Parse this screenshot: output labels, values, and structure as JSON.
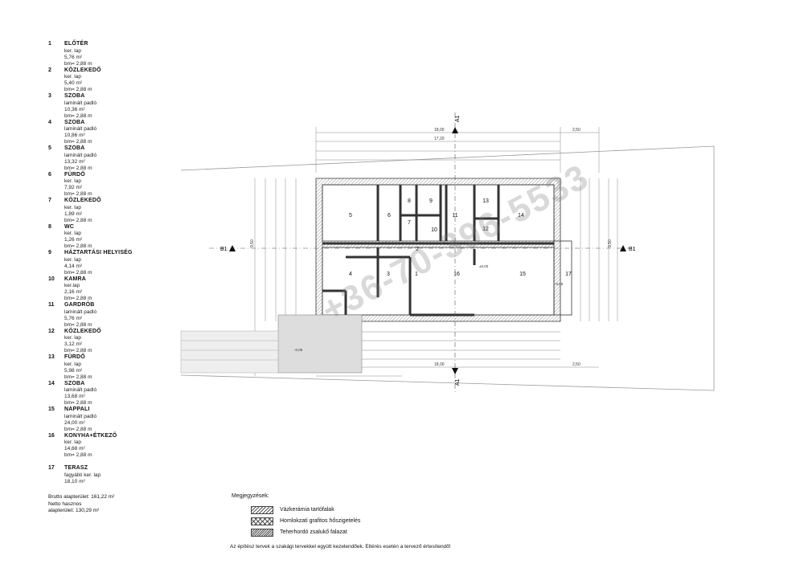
{
  "rooms": [
    {
      "num": "1",
      "name": "ELŐTÉR",
      "floor": "ker. lap",
      "area": "5,76 m²",
      "height": "bm= 2,88 m"
    },
    {
      "num": "2",
      "name": "KÖZLEKEDŐ",
      "floor": "ker. lap",
      "area": "5,40 m²",
      "height": "bm= 2,88 m"
    },
    {
      "num": "3",
      "name": "SZOBA",
      "floor": "laminált padló",
      "area": "10,36 m²",
      "height": "bm= 2,88 m"
    },
    {
      "num": "4",
      "name": "SZOBA",
      "floor": "laminált padló",
      "area": "10,86 m²",
      "height": "bm= 2,88 m"
    },
    {
      "num": "5",
      "name": "SZOBA",
      "floor": "laminált padló",
      "area": "13,32 m²",
      "height": "bm= 2,88 m"
    },
    {
      "num": "6",
      "name": "FÜRDŐ",
      "floor": "ker. lap",
      "area": "7,92 m²",
      "height": "bm= 2,88 m"
    },
    {
      "num": "7",
      "name": "KÖZLEKEDŐ",
      "floor": "ker. lap",
      "area": "1,89 m²",
      "height": "bm= 2,88 m"
    },
    {
      "num": "8",
      "name": "WC",
      "floor": "ker. lap",
      "area": "1,26 m²",
      "height": "bm= 2,88 m"
    },
    {
      "num": "9",
      "name": "HÁZTARTÁSI HELYISÉG",
      "floor": "ker. lap",
      "area": "4,14 m²",
      "height": "bm= 2,88 m"
    },
    {
      "num": "10",
      "name": "KAMRA",
      "floor": "ker.lap",
      "area": "2,16 m²",
      "height": "bm= 2,88 m"
    },
    {
      "num": "11",
      "name": "GARDRÓB",
      "floor": "laminált padló",
      "area": "5,76 m²",
      "height": "bm= 2,88 m"
    },
    {
      "num": "12",
      "name": "KÖZLEKEDŐ",
      "floor": "ker. lap",
      "area": "3,12 m²",
      "height": "bm= 2,88 m"
    },
    {
      "num": "13",
      "name": "FÜRDŐ",
      "floor": "ker. lap",
      "area": "5,98 m²",
      "height": "bm= 2,88 m"
    },
    {
      "num": "14",
      "name": "SZOBA",
      "floor": "laminált padló",
      "area": "13,68 m²",
      "height": "bm= 2,88 m"
    },
    {
      "num": "15",
      "name": "NAPPALI",
      "floor": "laminált padló",
      "area": "24,00 m²",
      "height": "bm= 2,88 m"
    },
    {
      "num": "16",
      "name": "KONYHA+ÉTKEZŐ",
      "floor": "ker. lap",
      "area": "14,68 m²",
      "height": "bm= 2,88 m"
    },
    {
      "num": "17",
      "name": "TERASZ",
      "floor": "fagyálló ker. lap",
      "area": "18,10 m²",
      "height": ""
    }
  ],
  "totals": {
    "brutto": "Brutto alapterület: 161,22 m²",
    "netto1": "Netto hasznos",
    "netto2": "alapterület: 130,29 m²"
  },
  "notes": {
    "title": "Megjegyzések:",
    "items": [
      "Vázkerámia tartófalak",
      "Homlokzati grafitos hőszigetelés",
      "Teherhordó zsalukő falazat"
    ]
  },
  "footnote": "Az építész tervek a szakági tervekkel együtt kezelendőek. Eltérés esetén a tervező értesítendő!",
  "watermark": "+36-70-396-5533",
  "plan": {
    "section_a_top": "A1",
    "section_a_bottom": "A1",
    "section_b_left": "B1",
    "section_b_right": "B1",
    "overall_width": "18,00",
    "inner_width": "17,20",
    "terrace_width": "2,50",
    "height_right": "9,50",
    "level_mark": "±0,00",
    "level_out": "-0,05",
    "level_terrace": "-0,05"
  }
}
